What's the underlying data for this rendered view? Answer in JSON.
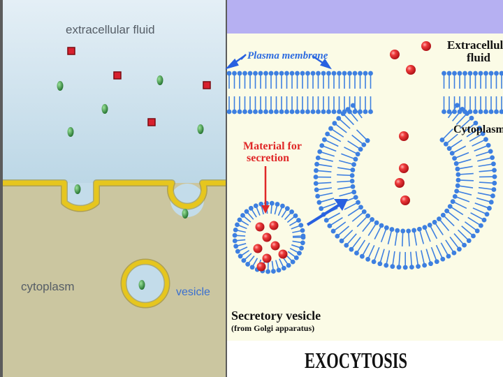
{
  "left_panel": {
    "label_extracellular": "extracellular fluid",
    "label_cytoplasm": "cytoplasm",
    "label_vesicle": "vesicle",
    "colors": {
      "fluid": "#c9e0ec",
      "cytoplasm": "#cbc6a0",
      "membrane": "#e3c21a",
      "red_particle": "#d8202e",
      "green_particle": "#2f8f3a"
    }
  },
  "right_panel": {
    "label_extracellular": "Extracellular fluid",
    "label_plasma_membrane": "Plasma membrane",
    "label_cytoplasm": "Cytoplasm",
    "label_material_line1": "Material for",
    "label_material_line2": "secretion",
    "label_secretory_vesicle": "Secretory vesicle",
    "label_golgi": "(from Golgi apparatus)",
    "title": "EXOCYTOSIS",
    "colors": {
      "frame": "#b6b0f2",
      "background": "#fbfbe6",
      "lipid": "#3d7fe0",
      "particle": "#e0282c",
      "arrow": "#2860e0",
      "label_red": "#e02828"
    }
  }
}
